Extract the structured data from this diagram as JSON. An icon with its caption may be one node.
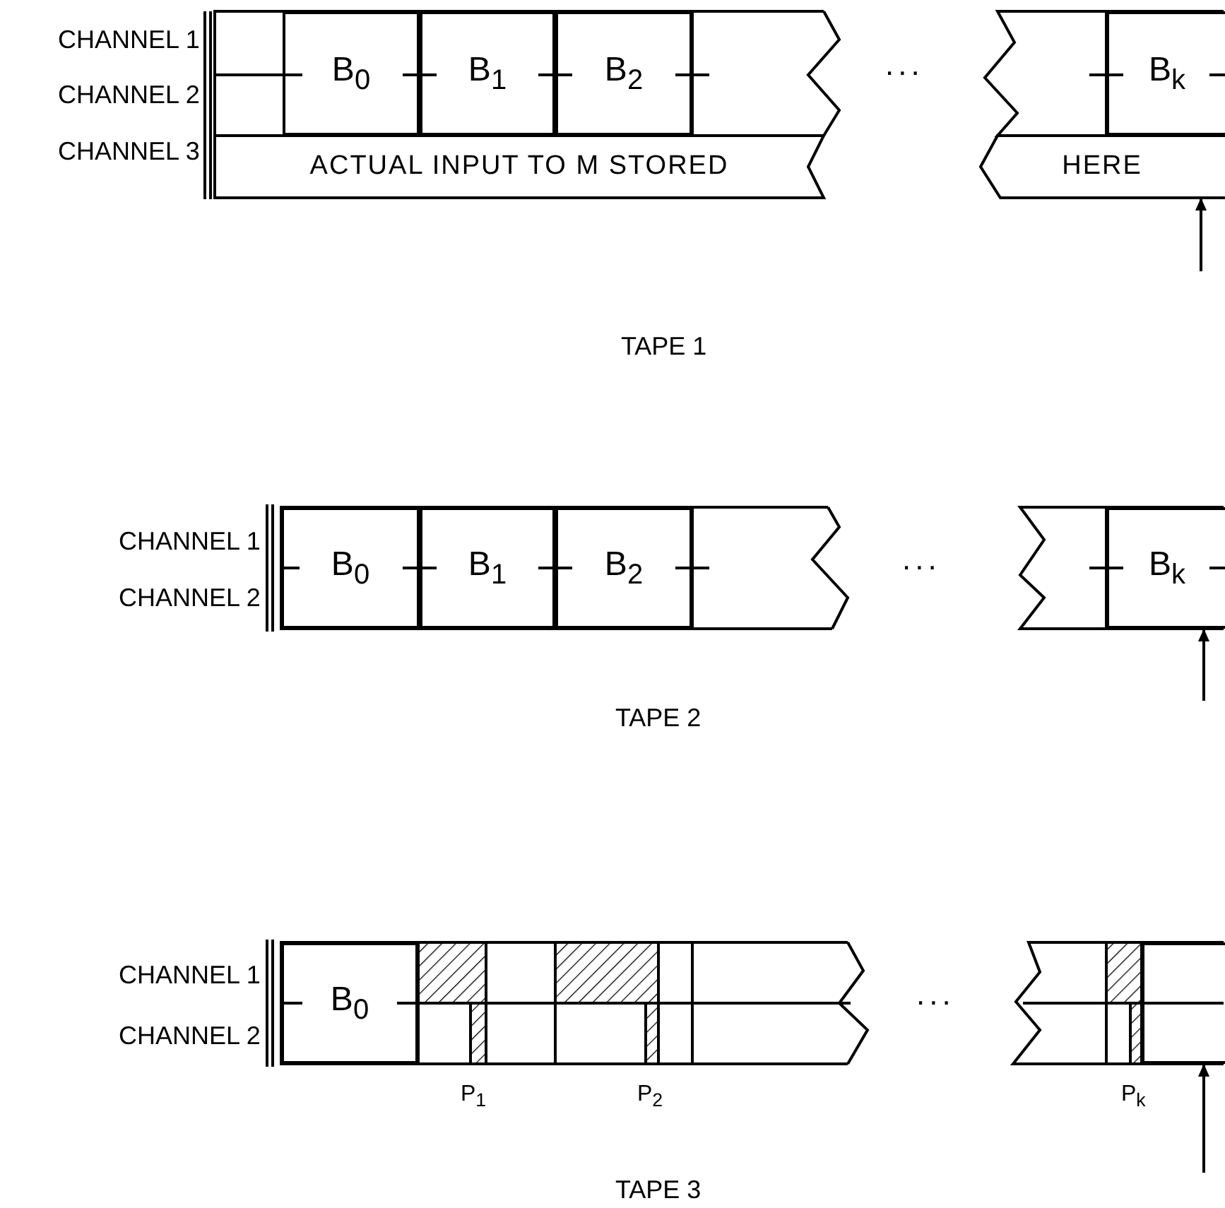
{
  "diagram": {
    "nodes": [
      {
        "text": [
          "B$_{0}$"
        ]
      },
      {
        "text": [
          "B$_{1}$"
        ]
      },
      {
        "text": [
          "B$_{2}$"
        ]
      },
      {
        "text": [
          "B$_{k}$"
        ]
      },
      {
        "text": [
          "ACTUAL INPUT TO M STORED"
        ]
      },
      {
        "text": [
          "HERE"
        ]
      },
      {
        "text": [
          "B$_{0}$"
        ]
      },
      {
        "text": [
          "B$_{1}$"
        ]
      },
      {
        "text": [
          "B$_{2}$"
        ]
      },
      {
        "text": [
          "B$_{k}$"
        ]
      },
      {
        "text": [
          "B$_{0}$"
        ]
      },
      {
        "text": [],
        "shape": "box"
      }
    ],
    "edges": [
      {
        "from": null,
        "to": 5,
        "arrow": "to"
      },
      {
        "from": null,
        "to": 9,
        "arrow": "to"
      },
      {
        "from": null,
        "to": 11,
        "arrow": "to"
      }
    ],
    "labels": [
      "CHANNEL 1",
      "CHANNEL 2",
      "CHANNEL 3",
      "...",
      "TAPE 1",
      "CHANNEL 1",
      "CHANNEL 2",
      "...",
      "TAPE 2",
      "CHANNEL 1",
      "CHANNEL 2",
      "P$_{1}$",
      "P$_{2}$",
      "...",
      "P$_{k}$",
      "TAPE 3"
    ]
  }
}
